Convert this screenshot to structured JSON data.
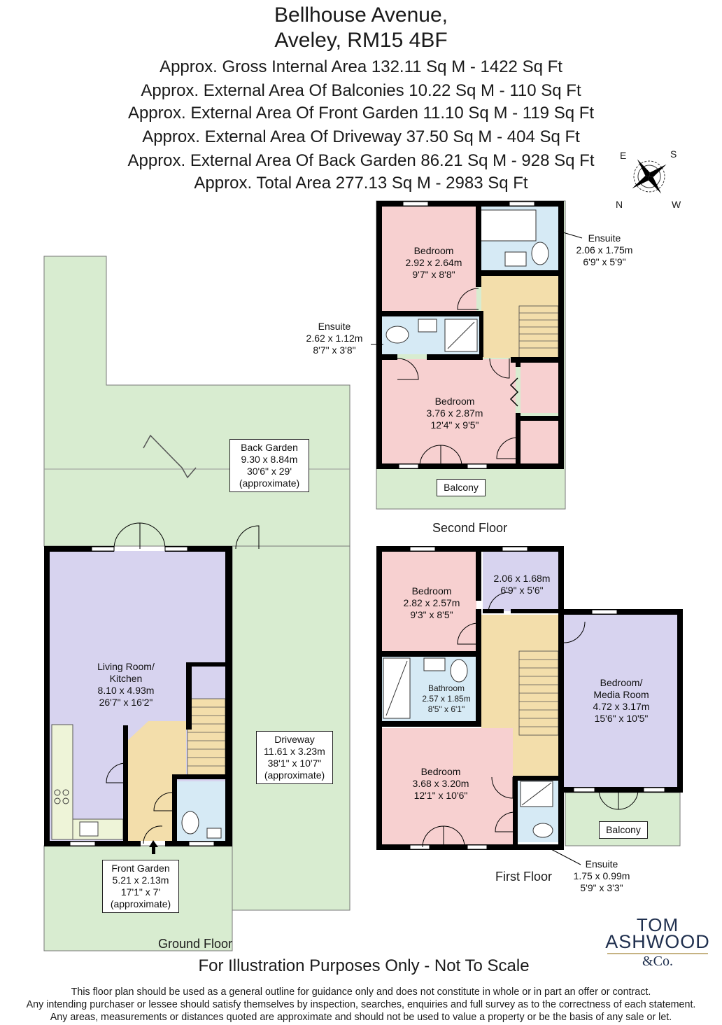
{
  "header": {
    "street": "Bellhouse Avenue,",
    "town": "Aveley, RM15 4BF",
    "areas": [
      "Approx. Gross Internal Area   132.11 Sq M  - 1422 Sq Ft",
      "Approx. External Area Of Balconies   10.22 Sq M  -  110 Sq Ft",
      "Approx. External Area Of Front Garden   11.10 Sq M  -  119 Sq Ft",
      "Approx. External Area Of Driveway   37.50 Sq M  - 404 Sq Ft",
      "Approx. External Area Of Back Garden   86.21 Sq M  - 928 Sq Ft",
      "Approx. Total Area   277.13 Sq M  -  2983 Sq Ft"
    ]
  },
  "compass": {
    "letters": [
      "S",
      "W",
      "N",
      "E"
    ]
  },
  "colors": {
    "wall": "#000000",
    "garden": "#d8ecd0",
    "living": "#d7d3ef",
    "hall": "#f3deab",
    "bedroom": "#f7d0d0",
    "bathroom": "#d6eaf5",
    "kitchen": "#eef4d8",
    "stairs": "#f3deab",
    "logo": "#1f2f4e",
    "logo_rule": "#b49a5a"
  },
  "ground_floor": {
    "title": "Ground Floor",
    "back_garden": [
      "Back Garden",
      "9.30 x 8.84m",
      "30'6\" x 29'",
      "(approximate)"
    ],
    "living": [
      "Living Room/",
      "Kitchen",
      "8.10 x 4.93m",
      "26'7\" x 16'2\""
    ],
    "driveway": [
      "Driveway",
      "11.61 x 3.23m",
      "38'1\" x 10'7\"",
      "(approximate)"
    ],
    "front_garden": [
      "Front Garden",
      "5.21 x 2.13m",
      "17'1\" x 7'",
      "(approximate)"
    ]
  },
  "second_floor": {
    "title": "Second Floor",
    "bedroom_top": [
      "Bedroom",
      "2.92 x 2.64m",
      "9'7\" x 8'8\""
    ],
    "ensuite_right": [
      "Ensuite",
      "2.06 x 1.75m",
      "6'9\" x 5'9\""
    ],
    "ensuite_left": [
      "Ensuite",
      "2.62 x 1.12m",
      "8'7\" x 3'8\""
    ],
    "bedroom_main": [
      "Bedroom",
      "3.76 x 2.87m",
      "12'4\" x 9'5\""
    ],
    "balcony": "Balcony"
  },
  "first_floor": {
    "title": "First Floor",
    "bedroom_top": [
      "Bedroom",
      "2.82 x 2.57m",
      "9'3\" x 8'5\""
    ],
    "store": [
      "2.06 x 1.68m",
      "6'9\" x 5'6\""
    ],
    "bathroom": [
      "Bathroom",
      "2.57 x 1.85m",
      "8'5\" x 6'1\""
    ],
    "bedroom_bottom": [
      "Bedroom",
      "3.68 x 3.20m",
      "12'1\" x 10'6\""
    ],
    "media": [
      "Bedroom/",
      "Media Room",
      "4.72 x 3.17m",
      "15'6\" x 10'5\""
    ],
    "balcony": "Balcony",
    "ensuite": [
      "Ensuite",
      "1.75 x 0.99m",
      "5'9\" x 3'3\""
    ]
  },
  "footer": {
    "notice": "For Illustration Purposes Only - Not To Scale",
    "disclaimer": [
      "This floor plan should be used as a general outline for guidance only and does not constitute in whole or in part an offer or contract.",
      "Any intending purchaser or lessee should satisfy themselves by inspection, searches, enquiries and full survey as to the correctness of each statement.",
      "Any areas, measurements or distances quoted are approximate and should not be used to value a property or be the basis of any sale or let."
    ]
  },
  "logo": {
    "line1": "TOM",
    "line2": "ASHWOOD",
    "line3": "&Co."
  }
}
